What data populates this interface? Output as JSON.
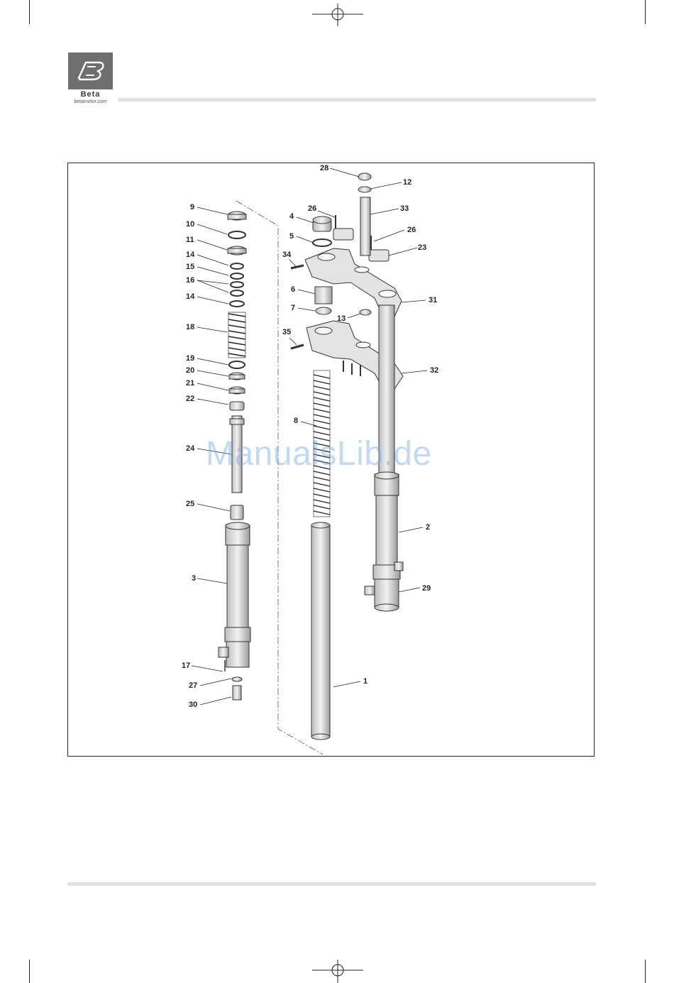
{
  "brand": {
    "logo_text": "Beta",
    "website": "betamotor.com"
  },
  "watermark": "ManualsLib.de",
  "callouts": {
    "n1": "1",
    "n2": "2",
    "n3": "3",
    "n4": "4",
    "n5": "5",
    "n6": "6",
    "n7": "7",
    "n8": "8",
    "n9": "9",
    "n10": "10",
    "n11": "11",
    "n12": "12",
    "n13": "13",
    "n14a": "14",
    "n14b": "14",
    "n15": "15",
    "n16": "16",
    "n17": "17",
    "n18": "18",
    "n19": "19",
    "n20": "20",
    "n21": "21",
    "n22": "22",
    "n23": "23",
    "n24": "24",
    "n25": "25",
    "n26a": "26",
    "n26b": "26",
    "n27": "27",
    "n28": "28",
    "n29": "29",
    "n30": "30",
    "n31": "31",
    "n32": "32",
    "n33": "33",
    "n34": "34",
    "n35": "35"
  },
  "colors": {
    "logo_bg": "#6e6e6e",
    "rule": "#e2e2e2",
    "part_fill": "#e6e6e6",
    "part_stroke": "#333333"
  }
}
